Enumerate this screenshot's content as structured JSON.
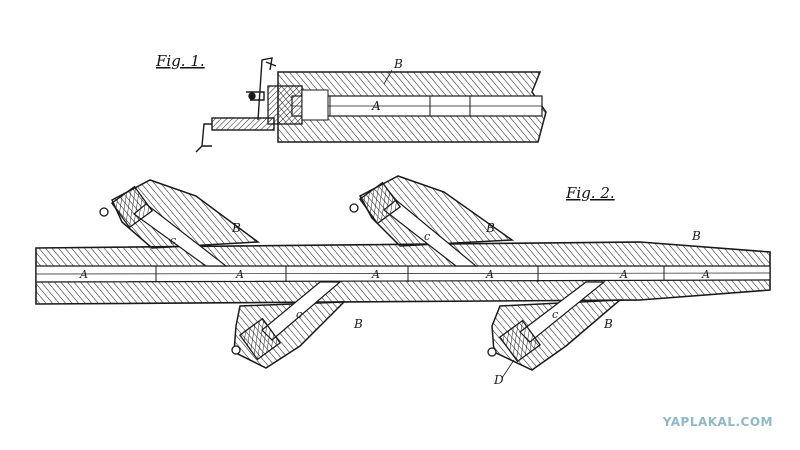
{
  "figures": {
    "fig1": {
      "title": "Fig. 1.",
      "labels": {
        "barrel_casing": "B",
        "bore": "A"
      }
    },
    "fig2": {
      "title": "Fig. 2.",
      "labels": {
        "casing": [
          "B",
          "B",
          "B",
          "B",
          "B"
        ],
        "bore": [
          "A",
          "A",
          "A",
          "A",
          "A",
          "A"
        ],
        "chambers": [
          "c",
          "c",
          "c",
          "c"
        ],
        "detail": "D"
      }
    }
  },
  "watermark": {
    "text": "YAPLAKAL.COM",
    "color": "#8fb8c8"
  },
  "colors": {
    "ink": "#1a1a1a",
    "paper": "#ffffff"
  }
}
